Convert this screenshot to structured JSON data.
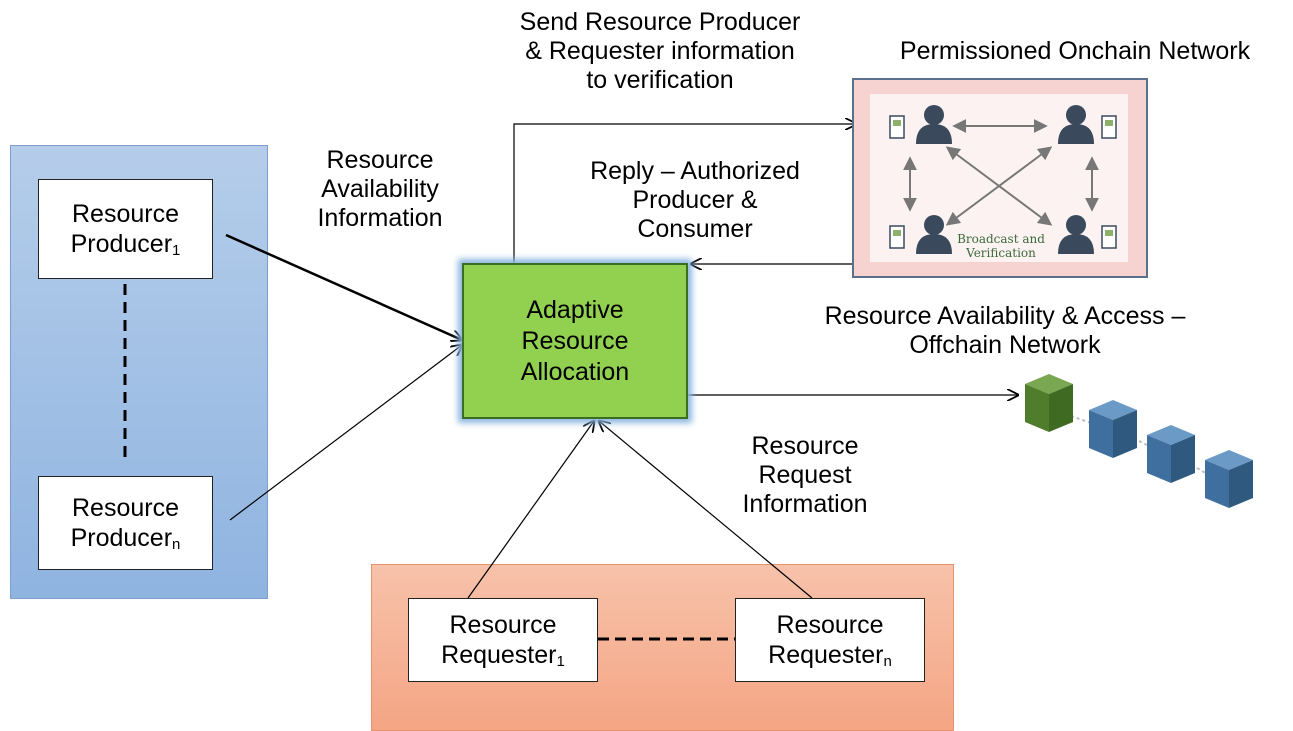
{
  "producers": {
    "first": {
      "name": "Resource Producer",
      "index": "1"
    },
    "last": {
      "name": "Resource Producer",
      "index": "n"
    }
  },
  "requesters": {
    "first": {
      "name": "Resource Requester",
      "index": "1"
    },
    "last": {
      "name": "Resource Requester",
      "index": "n"
    }
  },
  "allocator": {
    "lines": [
      "Adaptive",
      "Resource",
      "Allocation"
    ]
  },
  "labels": {
    "availability_info": [
      "Resource",
      "Availability",
      "Information"
    ],
    "request_info": [
      "Resource",
      "Request",
      "Information"
    ],
    "send_verification": [
      "Send Resource Producer",
      "& Requester information",
      "to verification"
    ],
    "reply": [
      "Reply – Authorized",
      "Producer &",
      "Consumer"
    ],
    "onchain_title": "Permissioned Onchain Network",
    "offchain_title": [
      "Resource Availability & Access –",
      "Offchain Network"
    ],
    "broadcast": [
      "Broadcast and",
      "Verification"
    ]
  },
  "colors": {
    "producer_panel": "#9dbfe6",
    "requester_panel": "#f5b195",
    "allocator": "#92d050",
    "onchain_border": "#5b6f8e",
    "block_green": "#5a8a35",
    "block_blue": "#3f6f9f"
  },
  "icons": [
    "person-icon",
    "document-icon",
    "double-arrow-icon",
    "cube-block-icon"
  ]
}
